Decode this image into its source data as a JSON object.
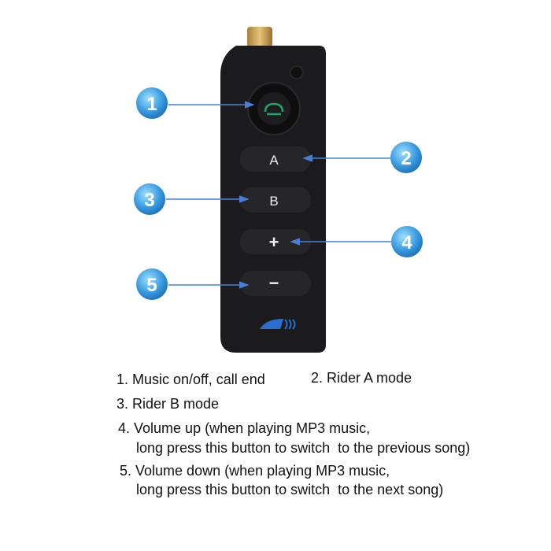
{
  "device": {
    "button_labels": [
      "A",
      "B",
      "+",
      "−"
    ],
    "accent_green": "#1fa36a",
    "callout_blue": "#3a8fd6",
    "arrow_blue": "#4a7fd8"
  },
  "callouts": [
    "1",
    "2",
    "3",
    "4",
    "5"
  ],
  "descriptions": {
    "item1": "1. Music on/off, call end",
    "item2": "2. Rider A mode",
    "item3": "3. Rider B mode",
    "item4_line1": "4. Volume up (when playing MP3 music,",
    "item4_line2": "long press this button to switch  to the previous song)",
    "item5_line1": "5. Volume down (when playing MP3 music,",
    "item5_line2": "long press this button to switch  to the next song)"
  }
}
